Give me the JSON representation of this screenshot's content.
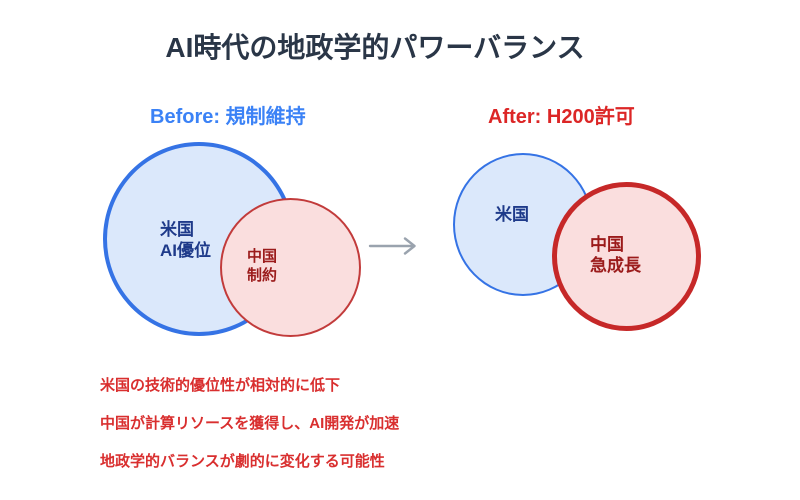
{
  "title": "AI時代の地政学的パワーバランス",
  "before": {
    "label": "Before: 規制維持",
    "us": {
      "line1": "米国",
      "line2": "AI優位"
    },
    "china": {
      "line1": "中国",
      "line2": "制約"
    }
  },
  "after": {
    "label": "After: H200許可",
    "us": {
      "line1": "米国"
    },
    "china": {
      "line1": "中国",
      "line2": "急成長"
    }
  },
  "arrow_icon": "right-arrow",
  "notes": [
    "米国の技術的優位性が相対的に低下",
    "中国が計算リソースを獲得し、AI開発が加速",
    "地政学的バランスが劇的に変化する可能性"
  ],
  "colors": {
    "title_text": "#2A3647",
    "before_accent": "#3B82F6",
    "after_accent": "#DC2626",
    "us_circle_border": "#3573E5",
    "us_circle_fill": "#DBE8FB",
    "us_text": "#1E3A8A",
    "china_circle_border_before": "#C23B3B",
    "china_circle_border_after": "#C62828",
    "china_circle_fill": "#FADEDE",
    "china_text": "#9B1B1B",
    "notes_text": "#D92F2F",
    "arrow": "#9AA3AE"
  }
}
